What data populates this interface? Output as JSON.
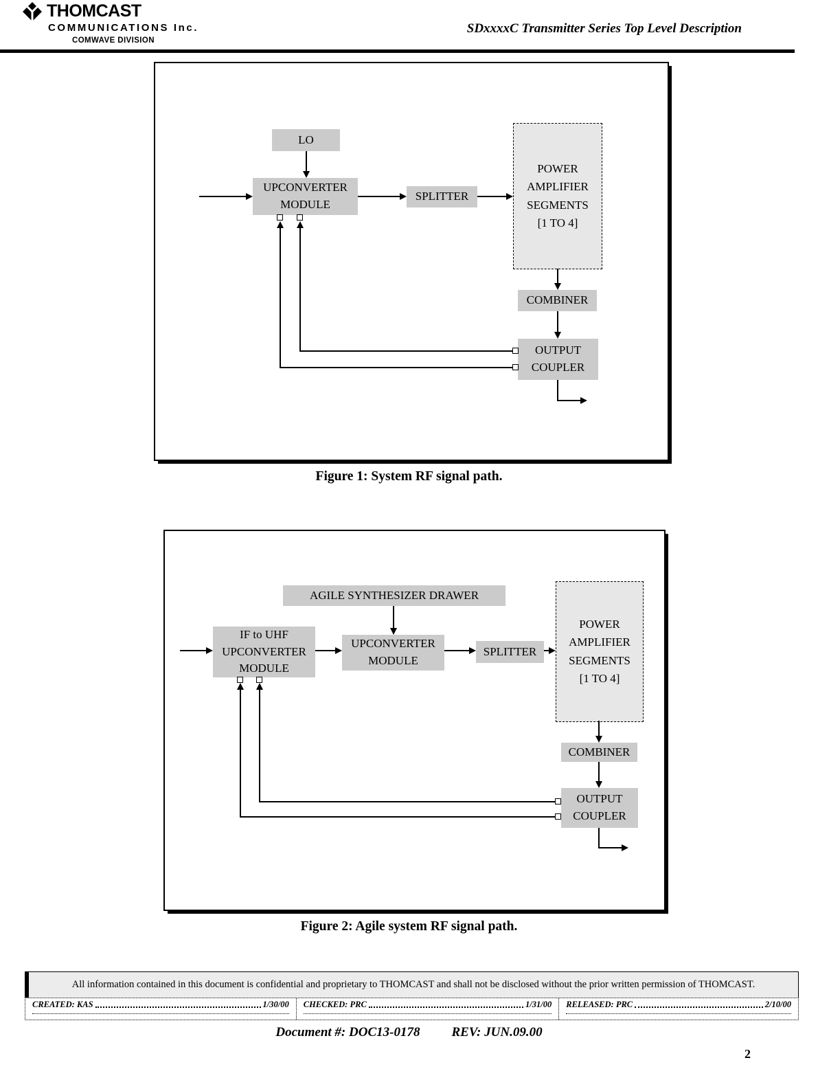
{
  "colors": {
    "box_fill": "#cbcbcb",
    "power_amp_fill": "#e7e7e7",
    "line": "#000000",
    "footer_strip_fill": "#ececec"
  },
  "header": {
    "logo_icon": "thomcast-diamond-icon",
    "brand": "THOMCAST",
    "brand_line2": "COMMUNICATIONS Inc.",
    "brand_line3": "COMWAVE DIVISION",
    "doc_title": "SDxxxxC Transmitter Series Top Level Description"
  },
  "figure1": {
    "caption": "Figure 1: System RF signal path.",
    "boxes": {
      "lo": {
        "lines": [
          "LO"
        ]
      },
      "upconverter": {
        "lines": [
          "UPCONVERTER",
          "MODULE"
        ]
      },
      "splitter": {
        "lines": [
          "SPLITTER"
        ]
      },
      "power_amplifier": {
        "lines": [
          "POWER",
          "AMPLIFIER",
          "SEGMENTS",
          "[1 TO 4]"
        ]
      },
      "combiner": {
        "lines": [
          "COMBINER"
        ]
      },
      "output_coupler": {
        "lines": [
          "OUTPUT",
          "COUPLER"
        ]
      }
    }
  },
  "figure2": {
    "caption": "Figure 2: Agile system RF signal path.",
    "boxes": {
      "agile_synthesizer": {
        "lines": [
          "AGILE SYNTHESIZER DRAWER"
        ]
      },
      "if_to_uhf": {
        "lines": [
          "IF to UHF",
          "UPCONVERTER",
          "MODULE"
        ]
      },
      "upconverter": {
        "lines": [
          "UPCONVERTER",
          "MODULE"
        ]
      },
      "splitter": {
        "lines": [
          "SPLITTER"
        ]
      },
      "power_amplifier": {
        "lines": [
          "POWER",
          "AMPLIFIER",
          "SEGMENTS",
          "[1 TO 4]"
        ]
      },
      "combiner": {
        "lines": [
          "COMBINER"
        ]
      },
      "output_coupler": {
        "lines": [
          "OUTPUT",
          "COUPLER"
        ]
      }
    }
  },
  "footer": {
    "confidentiality": "All information contained in this document is confidential and proprietary to THOMCAST and shall not be disclosed without the prior written permission of THOMCAST.",
    "created": {
      "label": "CREATED: KAS",
      "date": "1/30/00"
    },
    "checked": {
      "label": "CHECKED: PRC",
      "date": "1/31/00"
    },
    "released": {
      "label": "RELEASED: PRC",
      "date": "2/10/00"
    },
    "document_number": "Document #: DOC13-0178",
    "revision": "REV: JUN.09.00",
    "page_number": "2"
  }
}
